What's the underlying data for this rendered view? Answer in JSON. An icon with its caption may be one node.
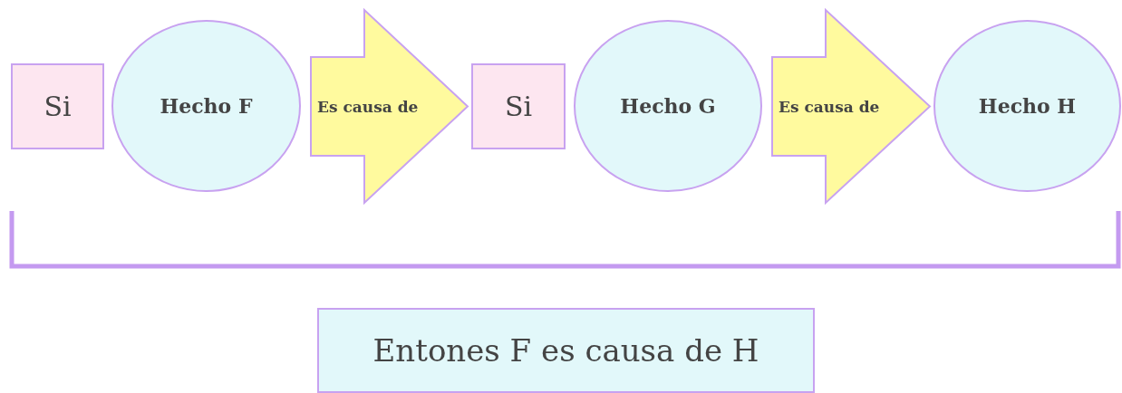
{
  "diagram": {
    "nodes": [
      {
        "text": [
          "Si"
        ]
      },
      {
        "text": [
          "Hecho F"
        ]
      },
      {
        "text": [
          "Es causa de"
        ]
      },
      {
        "text": [
          "Si"
        ]
      },
      {
        "text": [
          "Hecho G"
        ]
      },
      {
        "text": [
          "Es causa de"
        ]
      },
      {
        "text": [
          "Hecho H"
        ]
      },
      {
        "text": [
          "Entones F es causa de H"
        ]
      }
    ],
    "edges": []
  }
}
